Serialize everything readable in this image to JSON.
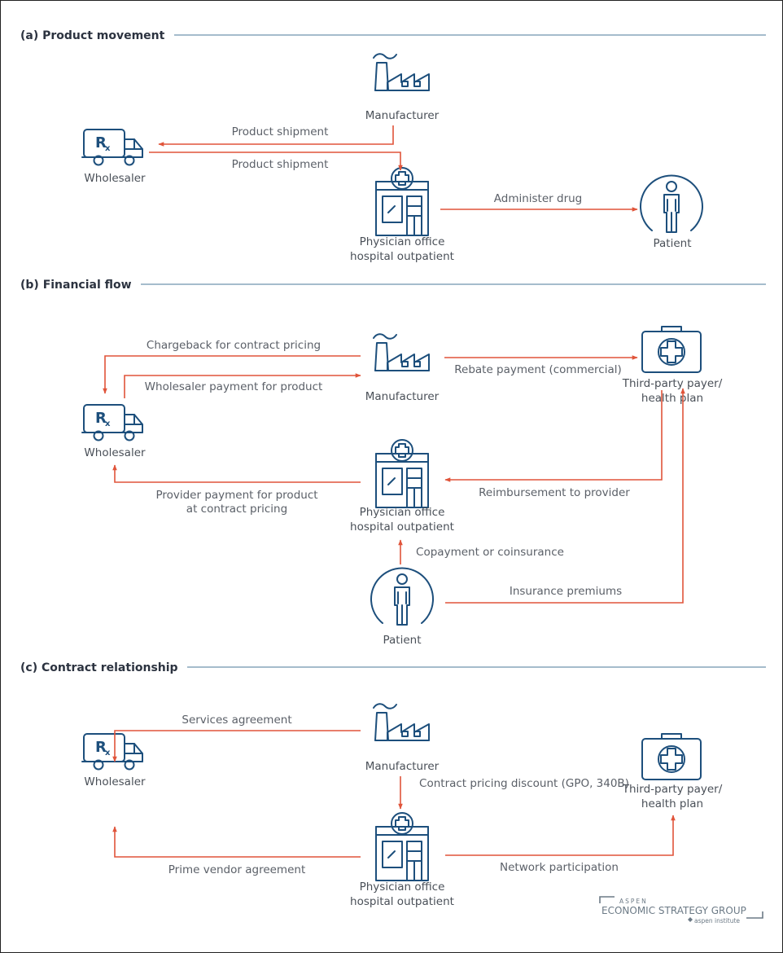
{
  "sections": {
    "a": "(a) Product movement",
    "b": "(b) Financial flow",
    "c": "(c) Contract relationship"
  },
  "entities": {
    "manufacturer": "Manufacturer",
    "wholesaler": "Wholesaler",
    "physician_line1": "Physician office",
    "physician_line2": "hospital outpatient",
    "patient": "Patient",
    "payer_line1": "Third-party payer/",
    "payer_line2": "health plan"
  },
  "flows_a": {
    "shipment_to_wholesaler": "Product shipment",
    "shipment_to_physician": "Product shipment",
    "administer": "Administer drug"
  },
  "flows_b": {
    "chargeback": "Chargeback for contract pricing",
    "wholesaler_payment": "Wholesaler payment for product",
    "rebate": "Rebate payment (commercial)",
    "provider_payment_line1": "Provider payment for product",
    "provider_payment_line2": "at contract pricing",
    "reimbursement": "Reimbursement to provider",
    "copayment": "Copayment or coinsurance",
    "premiums": "Insurance premiums"
  },
  "flows_c": {
    "services": "Services agreement",
    "contract_discount": "Contract pricing discount (GPO, 340B)",
    "prime_vendor": "Prime vendor agreement",
    "network": "Network participation"
  },
  "logo": {
    "line1": "ASPEN",
    "line2": "ECONOMIC STRATEGY GROUP",
    "line3": "aspen institute"
  },
  "colors": {
    "flow_arrow": "#e0543a",
    "icon": "#1d4f7c",
    "section_rule": "#6f93ad"
  },
  "icons": {
    "manufacturer": "factory-icon",
    "wholesaler": "delivery-truck-icon",
    "physician": "clinic-building-icon",
    "patient": "person-icon",
    "payer": "medical-kit-icon"
  }
}
